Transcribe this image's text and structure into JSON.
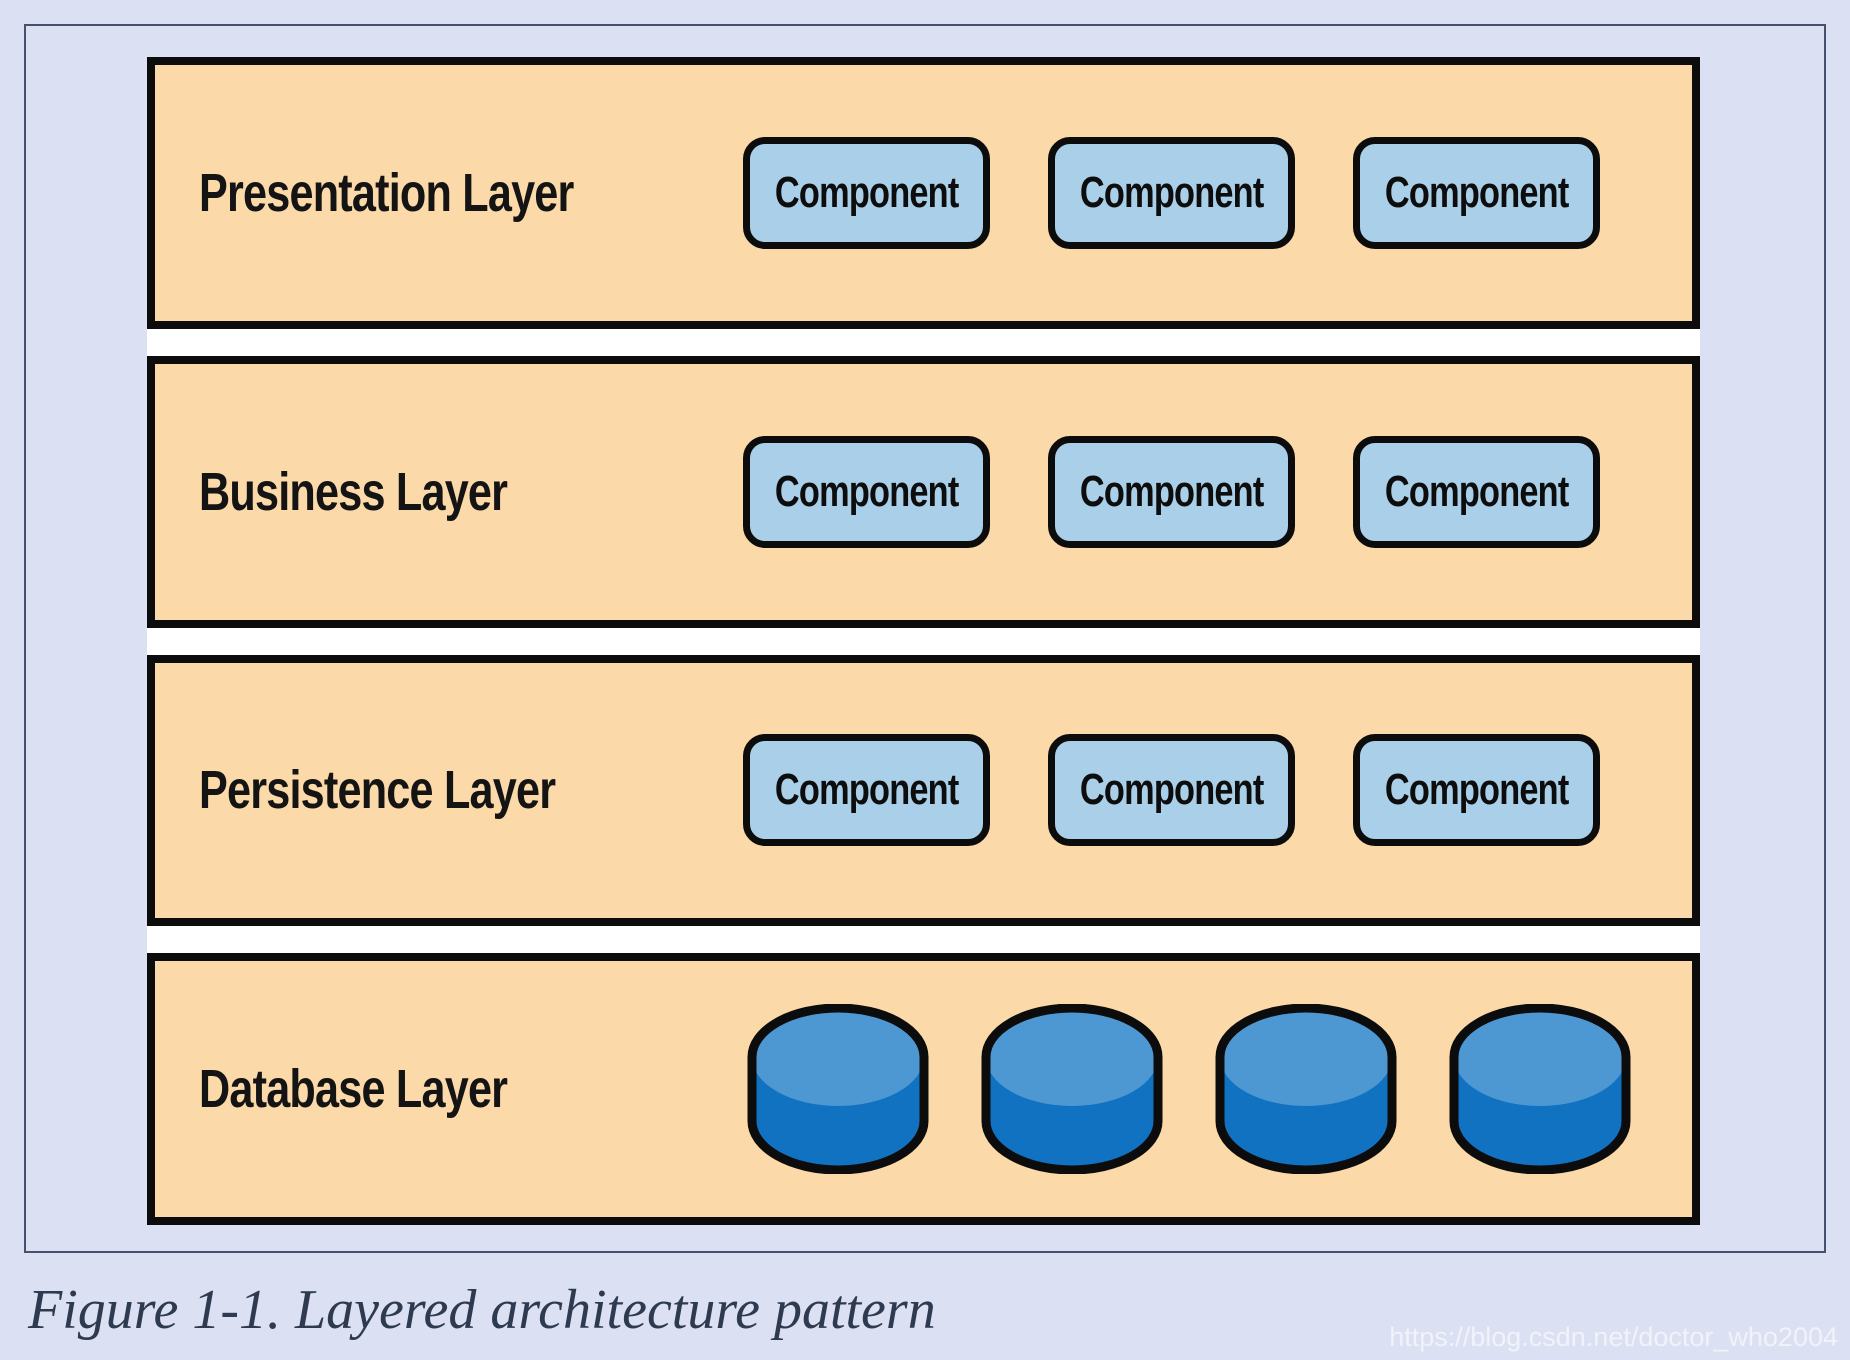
{
  "page": {
    "background_color": "#dbe0f2",
    "frame_border_color": "#46526b"
  },
  "figure": {
    "caption": "Figure 1-1. Layered architecture pattern",
    "watermark": "https://blog.csdn.net/doctor_who2004",
    "colors": {
      "layer_fill": "#fbd9a9",
      "layer_border": "#0c0c0c",
      "component_fill": "#a9cfe9",
      "component_border": "#0c0c0c",
      "database_top": "#4d98d3",
      "database_body": "#1172c2",
      "caption_text": "#2e3a50"
    },
    "layers": [
      {
        "label": "Presentation Layer",
        "type": "components",
        "components": [
          "Component",
          "Component",
          "Component"
        ]
      },
      {
        "label": "Business Layer",
        "type": "components",
        "components": [
          "Component",
          "Component",
          "Component"
        ]
      },
      {
        "label": "Persistence Layer",
        "type": "components",
        "components": [
          "Component",
          "Component",
          "Component"
        ]
      },
      {
        "label": "Database Layer",
        "type": "databases",
        "database_count": 4
      }
    ]
  }
}
